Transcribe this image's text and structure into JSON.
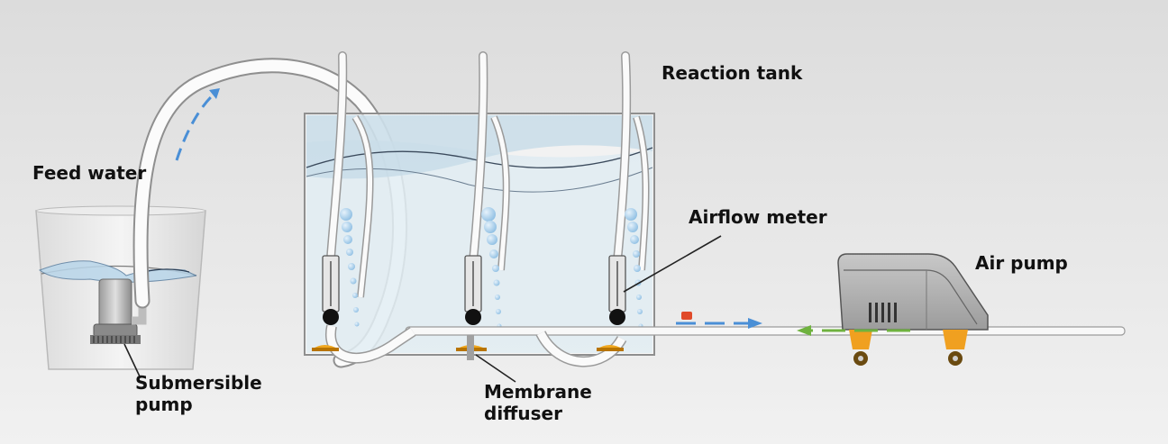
{
  "labels": {
    "feed_water": "Feed water",
    "reaction_tank": "Reaction tank",
    "airflow_meter": "Airflow meter",
    "air_pump": "Air pump",
    "submersible_pump": "Submersible\npump",
    "membrane_diffuser": "Membrane\ndiffuser"
  },
  "colors": {
    "water_flow_arrow": "#4a8fd6",
    "air_flow_arrow": "#6fb23f",
    "outlet_arrow": "#4a8fd6",
    "diffuser": "#f0a820",
    "pump_feet": "#f0a020",
    "indicator": "#e04a2a"
  },
  "icons": {
    "submersible_pump": "submersible-pump-icon",
    "air_pump": "air-pump-icon",
    "airflow_meter": "airflow-meter-icon",
    "diffuser": "membrane-diffuser-icon",
    "bubbles": "air-bubbles-icon"
  }
}
